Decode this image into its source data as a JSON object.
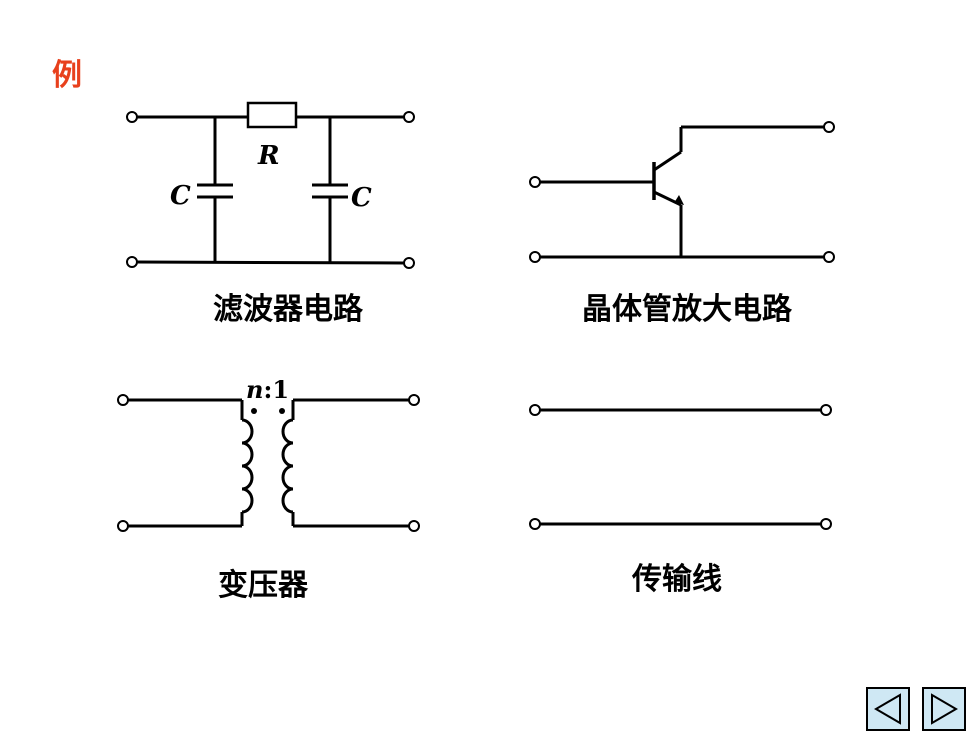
{
  "heading": "例",
  "filter": {
    "caption": "滤波器电路",
    "resistor_label": "R",
    "capacitor_label_left": "C",
    "capacitor_label_right": "C"
  },
  "transistor": {
    "caption": "晶体管放大电路"
  },
  "transformer": {
    "caption": "变压器",
    "ratio_n": "n",
    "ratio_rest": ":1"
  },
  "transmission_line": {
    "caption": "传输线"
  },
  "nav": {
    "prev_icon": "triangle-left-icon",
    "next_icon": "triangle-right-icon",
    "button_fill": "#cfe8f4"
  },
  "colors": {
    "heading": "#e8401c",
    "line": "#000000"
  }
}
